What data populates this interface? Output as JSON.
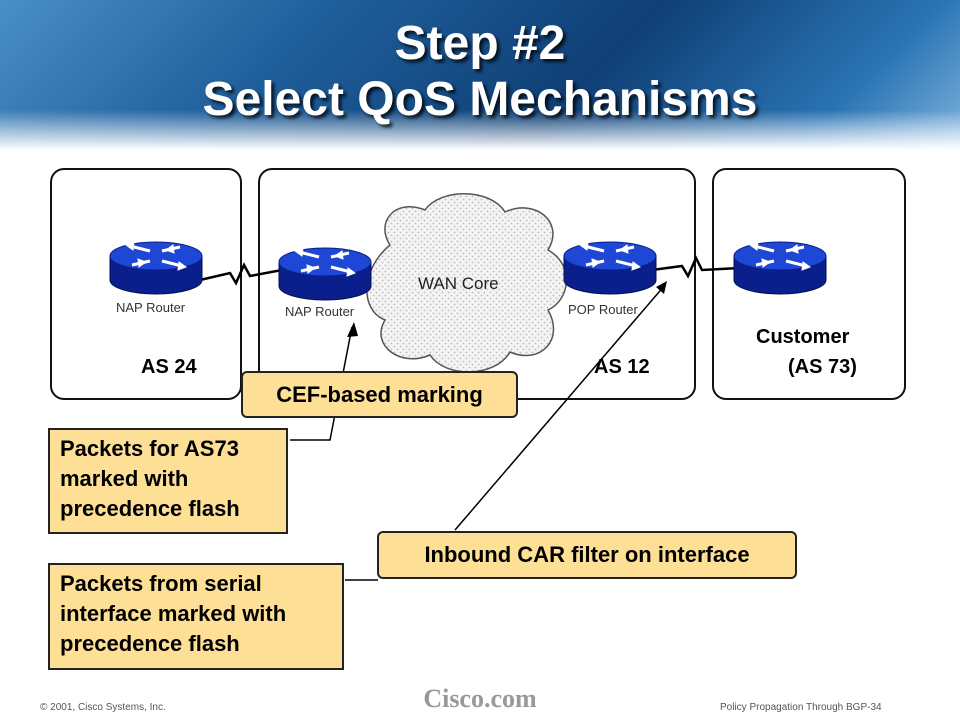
{
  "title": {
    "line1": "Step #2",
    "line2": "Select QoS Mechanisms"
  },
  "diagram": {
    "cloud_label": "WAN Core",
    "as_left": "AS 24",
    "as_middle": "AS 12",
    "customer_line1": "Customer",
    "customer_line2": "(AS 73)",
    "routers": {
      "left_nap": "NAP Router",
      "middle_nap": "NAP Router",
      "pop": "POP Router"
    },
    "colors": {
      "router_top": "#1f47d6",
      "router_body": "#0a1f8c",
      "callout_fill": "#fddf95"
    }
  },
  "callouts": {
    "cef": "CEF-based marking",
    "car": "Inbound CAR filter on interface"
  },
  "notes": {
    "as73": "Packets for AS73\nmarked with\nprecedence flash",
    "serial": "Packets from serial\ninterface marked with\nprecedence flash"
  },
  "footer": {
    "copyright": "© 2001, Cisco Systems, Inc.",
    "brand": "Cisco.com",
    "page": "Policy Propagation Through BGP-34"
  }
}
